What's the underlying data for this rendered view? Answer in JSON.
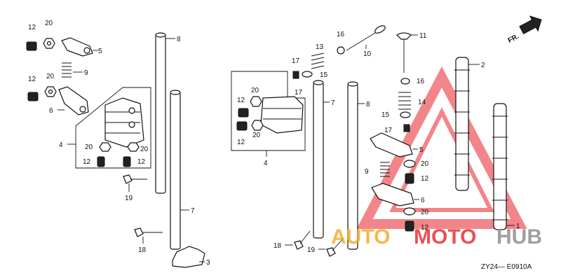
{
  "diagram_code": "ZY24— E0910A",
  "direction_marker": "FR.",
  "watermark": {
    "part1": "AUTO",
    "part2": "MOTO",
    "part3": "HUB",
    "color_red": "#e8232a",
    "color_orange": "#f5a623",
    "color_grey": "#888888"
  },
  "labels": {
    "l12a": "12",
    "l20a": "20",
    "l5a": "5",
    "l12b": "12",
    "l20b": "20",
    "l9a": "9",
    "l6a": "6",
    "l4a": "4",
    "l20c": "20",
    "l20d": "20",
    "l12c": "12",
    "l12d": "12",
    "l19a": "19",
    "l18a": "18",
    "l8a": "8",
    "l7a": "7",
    "l3": "3",
    "l13": "13",
    "l17a": "17",
    "l15a": "15",
    "l17b": "17",
    "l12e": "12",
    "l20e": "20",
    "l12f": "12",
    "l20f": "20",
    "l4b": "4",
    "l7b": "7",
    "l8b": "8",
    "l16a": "16",
    "l10": "10",
    "l11": "11",
    "l16b": "16",
    "l14": "14",
    "l15b": "15",
    "l17c": "17",
    "l5b": "5",
    "l9b": "9",
    "l20g": "20",
    "l12g": "12",
    "l6b": "6",
    "l20h": "20",
    "l12h": "12",
    "l18b": "18",
    "l19b": "19",
    "l2": "2",
    "l1": "1"
  }
}
